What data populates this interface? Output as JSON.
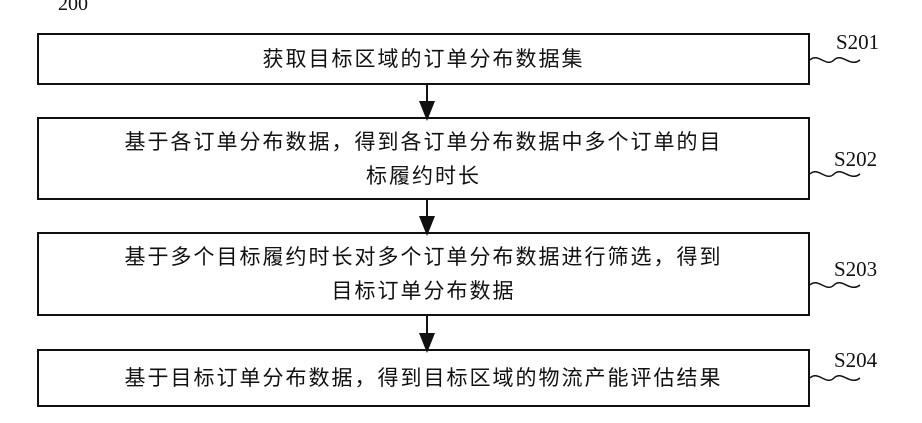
{
  "figure": {
    "label": "200",
    "steps": [
      {
        "id": "S201",
        "text": "获取目标区域的订单分布数据集"
      },
      {
        "id": "S202",
        "text": "基于各订单分布数据，得到各订单分布数据中多个订单的目\n标履约时长"
      },
      {
        "id": "S203",
        "text": "基于多个目标履约时长对多个订单分布数据进行筛选，得到\n目标订单分布数据"
      },
      {
        "id": "S204",
        "text": "基于目标订单分布数据，得到目标区域的物流产能评估结果"
      }
    ]
  }
}
